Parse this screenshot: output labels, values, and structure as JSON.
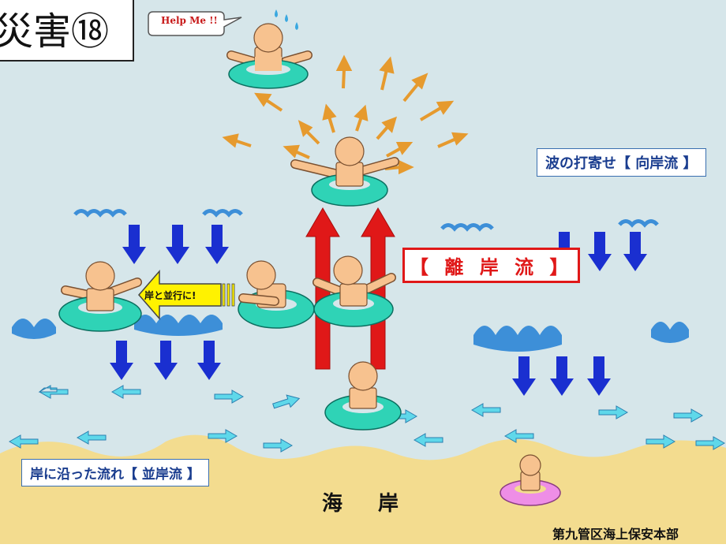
{
  "title": "災害⑱",
  "labels": {
    "wave_push": "波の打寄せ【 向岸流 】",
    "rip_current": "【 離 岸 流 】",
    "longshore": "岸に沿った流れ【 並岸流 】",
    "beach": "海 岸",
    "credit": "第九管区海上保安本部",
    "help": "Help Me !!",
    "parallel": "岸と並行に!"
  },
  "colors": {
    "sea": "#d6e6ea",
    "sand": "#f3dc8f",
    "wave": "#3d8fd8",
    "down_arrow": "#1a2fd0",
    "rip_arrow": "#e01818",
    "scatter_arrow": "#e69a2e",
    "side_arrow": "#5fd8ea",
    "float_ring": "#2fd3b6",
    "kid_ring": "#ee8ee6",
    "skin": "#f7c28f",
    "parallel_arrow": "#fff200"
  },
  "icons": [
    "swimmer-icon",
    "float-ring-icon",
    "water-drops-icon",
    "speech-bubble-icon"
  ]
}
